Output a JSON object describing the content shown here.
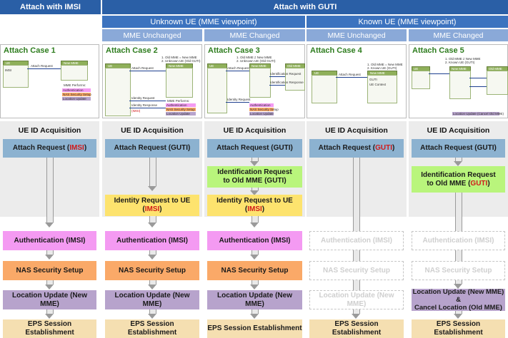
{
  "headers": {
    "imsi_title": "Attach with IMSI",
    "guti_title": "Attach with GUTI",
    "unknown_ue": "Unknown UE (MME viewpoint)",
    "known_ue": "Known UE (MME viewpoint)",
    "mme_unchanged_1": "MME Unchanged",
    "mme_changed_1": "MME Changed",
    "mme_unchanged_2": "MME Unchanged",
    "mme_changed_2": "MME Changed"
  },
  "cases": [
    {
      "title": "Attach Case 1"
    },
    {
      "title": "Attach Case 2"
    },
    {
      "title": "Attach Case 3"
    },
    {
      "title": "Attach Case 4"
    },
    {
      "title": "Attach Case 5"
    }
  ],
  "thumb_text": {
    "ue": "UE",
    "new_mme": "New MME",
    "old_mme": "Old MME",
    "attach_request": "Attach Request",
    "imsi": "IMSI",
    "mme_performs": "MME Performs:",
    "authentication": "Authentication",
    "nas_security_setup": "NAS Security Setup",
    "location_update": "Location Update",
    "identity_request": "Identity Request",
    "identity_response": "Identity Response",
    "imsi_paren": "(IMSI)",
    "old_mme_new_mme": "1. Old MME = New MME",
    "unknown_ue_old_guti": "2. Unknown UE (Old GUTI)",
    "old_mme_ne_new_mme": "1. Old MME ≠ New MME",
    "known_ue_guti": "2. Known UE (GUTI)",
    "identification_request": "Identification Request",
    "identification_response": "Identification Response",
    "guti": "GUTI",
    "ue_context": "UE Context",
    "cancel_location": "Location Update (Cancel Old MME)"
  },
  "acq_label": "UE ID Acquisition",
  "rows": {
    "attach_imsi_pre": "Attach Request (",
    "imsi": "IMSI",
    "close": ")",
    "attach_guti": "Attach Request (GUTI)",
    "attach_guti_pre": "Attach Request (",
    "guti": "GUTI",
    "ident_req_l1": "Identification Request",
    "ident_req_l2": "to Old MME (GUTI)",
    "ident_req_l2_pre": "to Old MME (",
    "identity_req_l1": "Identity Request to UE",
    "authentication": "Authentication (IMSI)",
    "nas": "NAS Security Setup",
    "location": "Location Update (New MME)",
    "location_cancel_l1": "Location Update (New MME) &",
    "location_cancel_l2": "Cancel Location (Old MME)",
    "eps": "EPS Session Establishment"
  }
}
